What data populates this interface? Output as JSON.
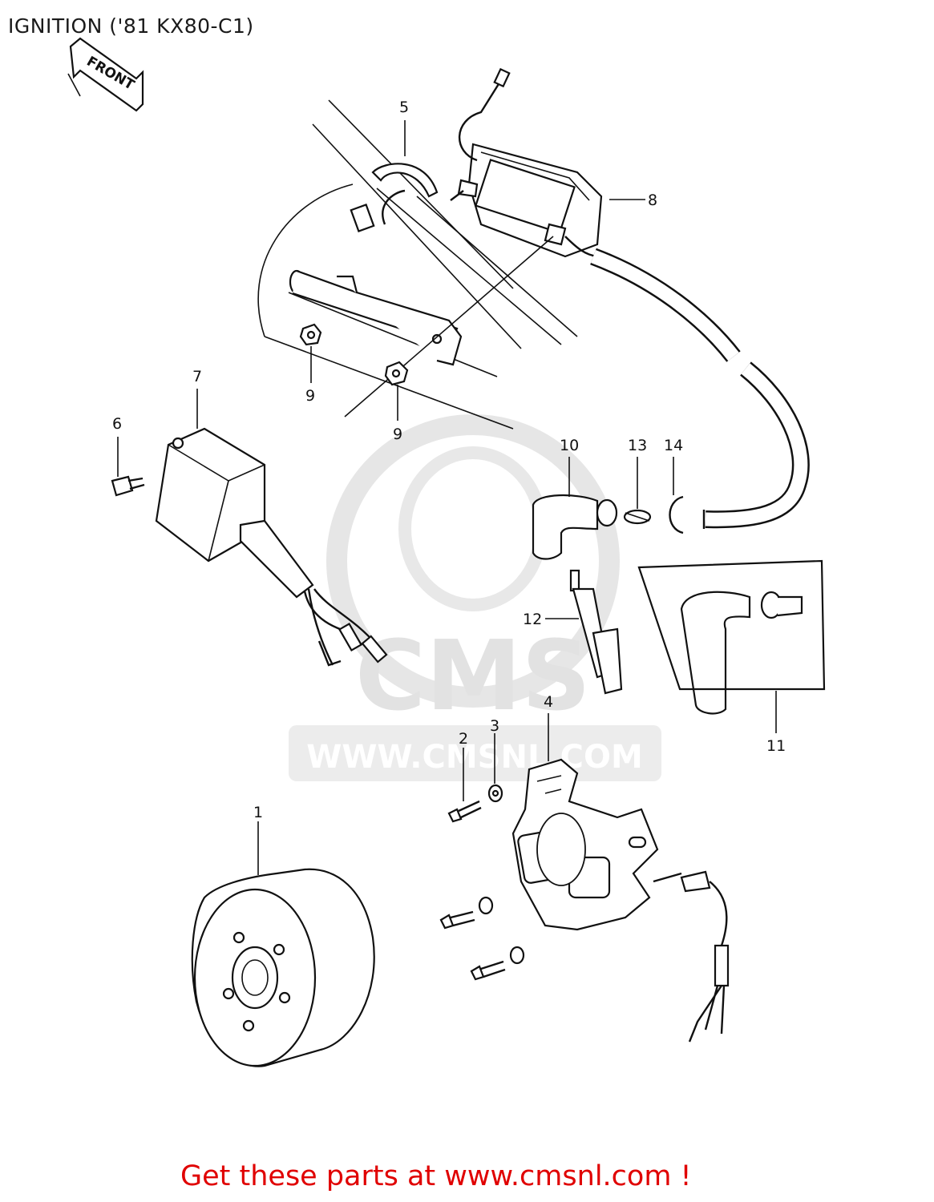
{
  "diagram": {
    "title": "IGNITION ('81 KX80-C1)",
    "front_label": "FRONT",
    "callouts": {
      "c1": "1",
      "c2": "2",
      "c3": "3",
      "c4": "4",
      "c5": "5",
      "c6": "6",
      "c7": "7",
      "c8": "8",
      "c9a": "9",
      "c9b": "9",
      "c10": "10",
      "c11": "11",
      "c12": "12",
      "c13": "13",
      "c14": "14"
    }
  },
  "watermark": {
    "brand": "CMS",
    "url": "WWW.CMSNL.COM"
  },
  "footer": {
    "link_text": "Get these parts at www.cmsnl.com !"
  },
  "colors": {
    "footer_text": "#e00000",
    "watermark": "#e2e2e2",
    "line_art": "#111111"
  }
}
